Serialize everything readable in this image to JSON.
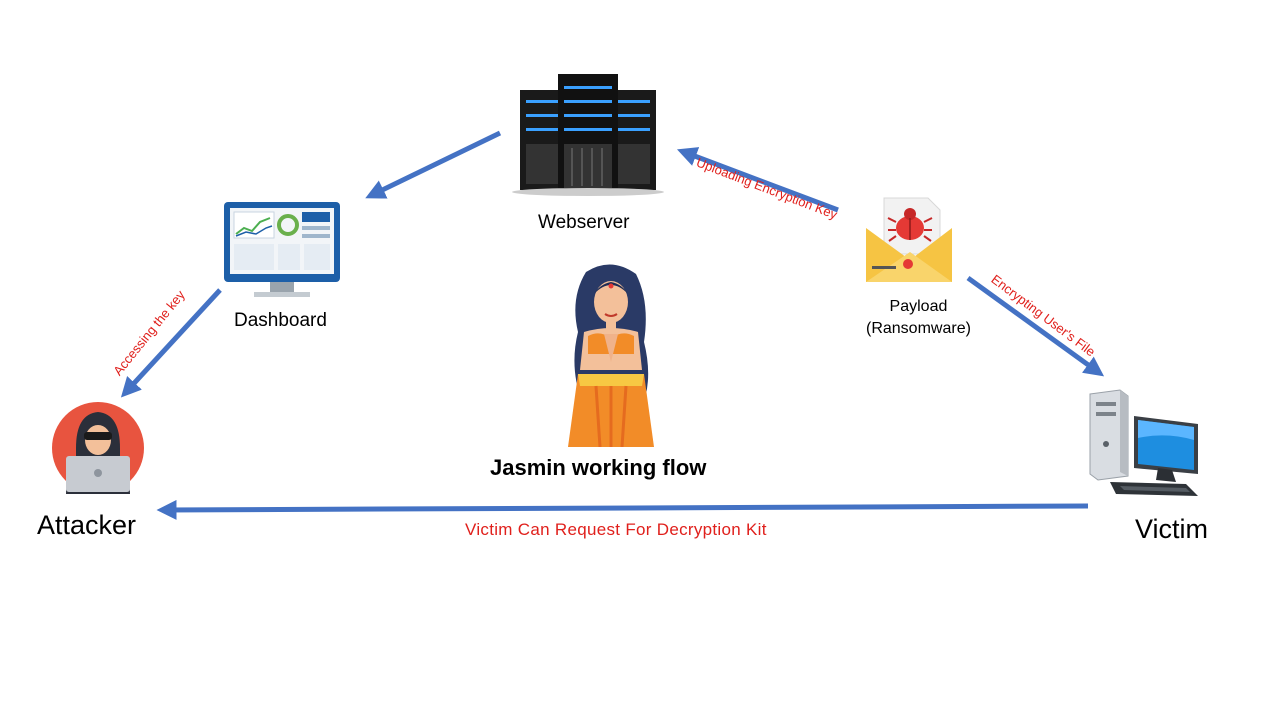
{
  "diagram": {
    "title": "Jasmin working flow",
    "nodes": {
      "webserver": "Webserver",
      "dashboard": "Dashboard",
      "payload_line1": "Payload",
      "payload_line2": "(Ransomware)",
      "attacker": "Attacker",
      "victim": "Victim"
    },
    "edges": {
      "uploading": "Uploading  Encryption Key",
      "encrypting": "Encrypting User's File",
      "accessing": "Accessing the key",
      "request": "Victim Can Request  For Decryption Kit"
    },
    "icons": [
      "server-rack-icon",
      "dashboard-monitor-icon",
      "payload-envelope-bug-icon",
      "hacker-avatar-icon",
      "desktop-computer-icon",
      "mascot-figure-icon"
    ],
    "colors": {
      "arrow": "#4472c4",
      "edge_label": "#e0201c",
      "attacker_circle": "#e8543f"
    }
  }
}
